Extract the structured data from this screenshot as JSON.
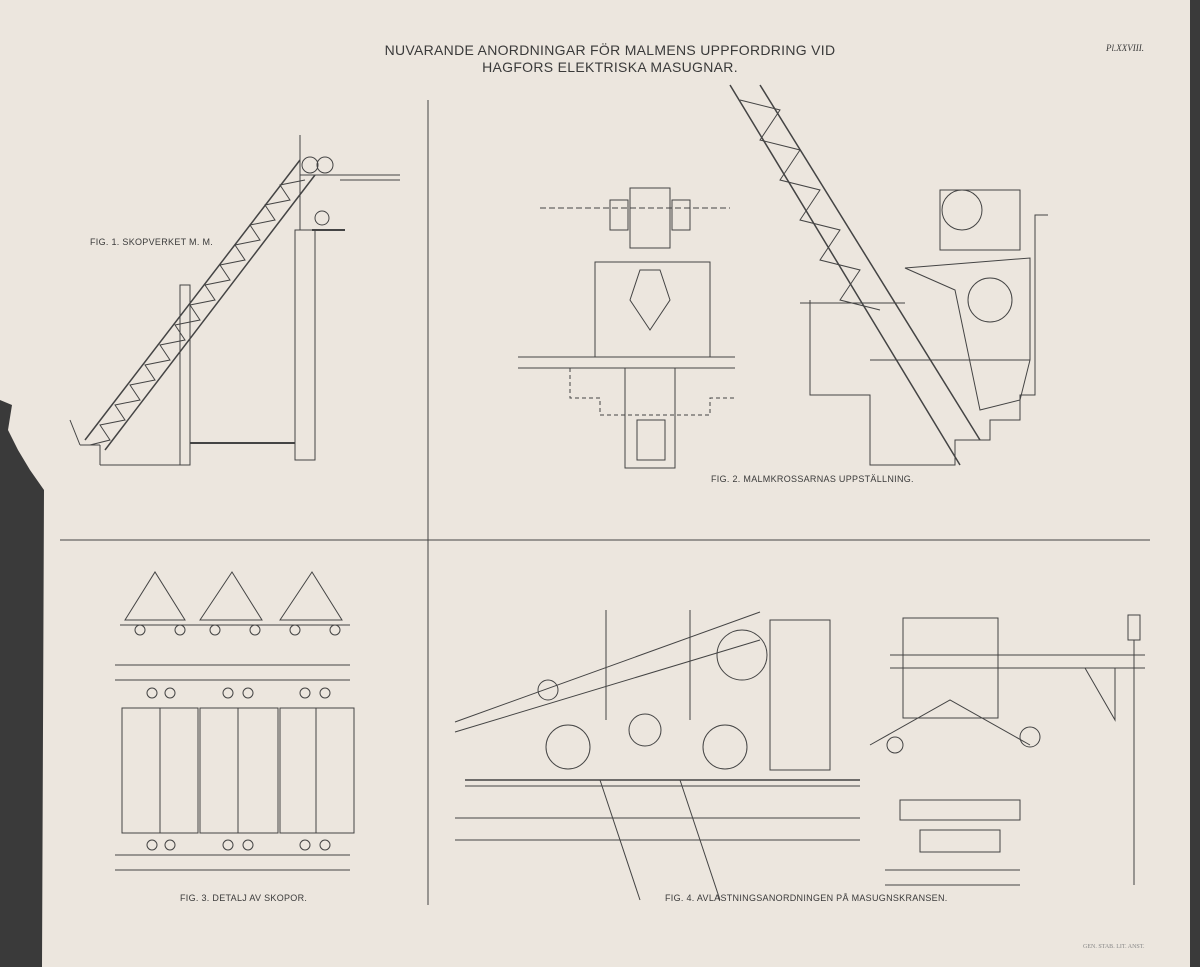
{
  "title_line1": "NUVARANDE ANORDNINGAR FÖR MALMENS UPPFORDRING VID",
  "title_line2": "HAGFORS ELEKTRISKA MASUGNAR.",
  "plate_number": "Pl.XXVIII.",
  "figures": [
    {
      "caption": "FIG. 1.  SKOPVERKET M. M."
    },
    {
      "caption": "FIG. 2.  MALMKROSSARNAS UPPSTÄLLNING."
    },
    {
      "caption": "FIG. 3.  DETALJ AV SKOPOR."
    },
    {
      "caption": "FIG. 4.  AVLASTNINGSANORDNINGEN PÅ MASUGNSKRANSEN."
    }
  ],
  "printer_credit": "GEN. STAB. LIT. ANST."
}
